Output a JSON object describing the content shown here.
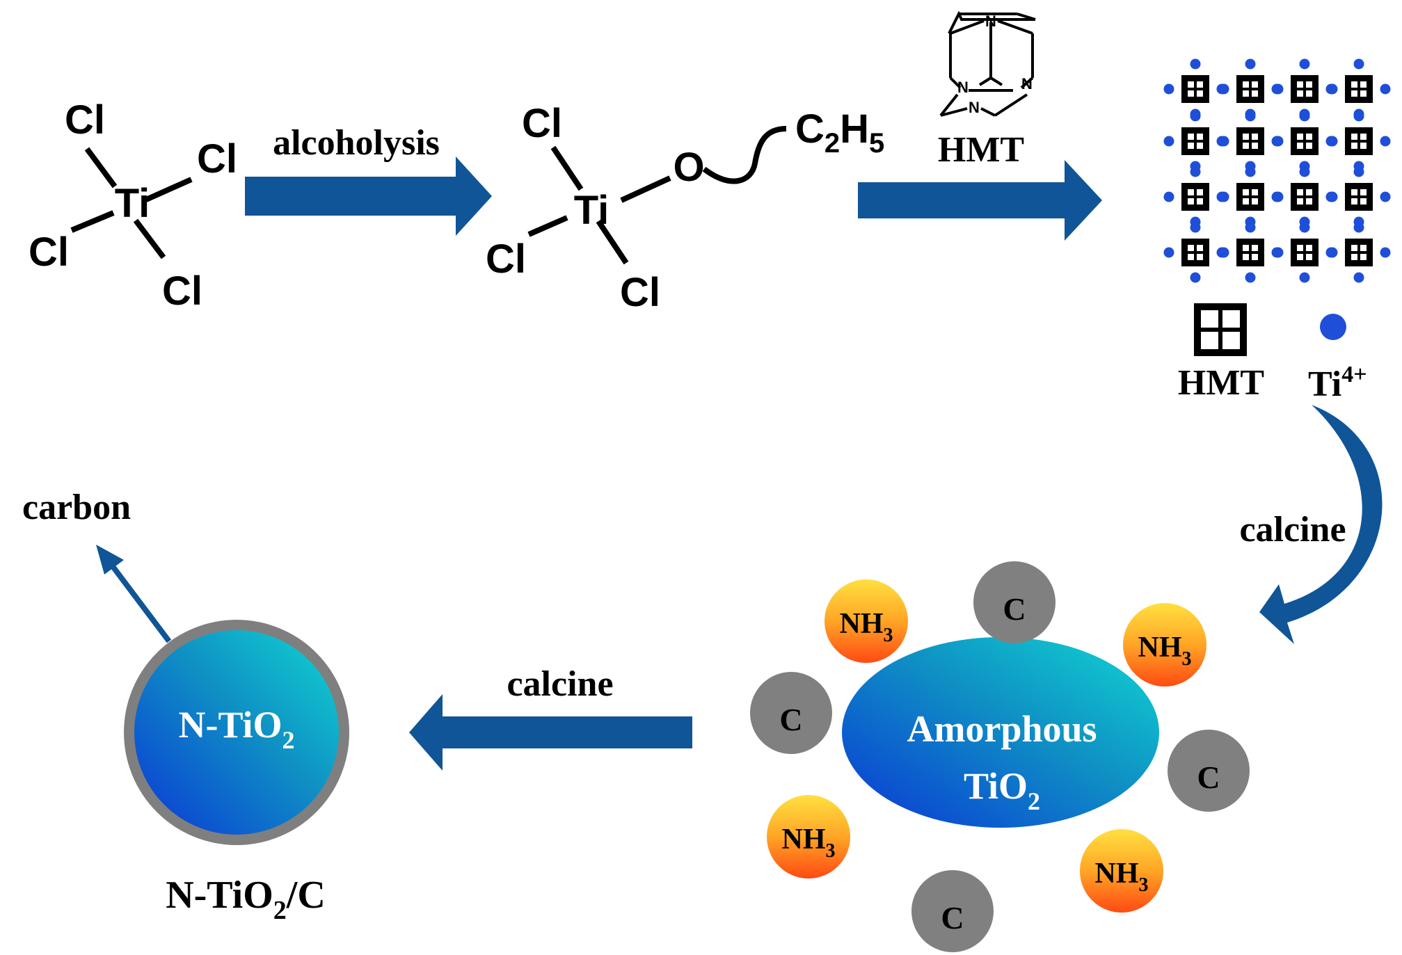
{
  "ticl4": {
    "ti": "Ti",
    "cl_top": "Cl",
    "cl_right": "Cl",
    "cl_left": "Cl",
    "cl_bottom": "Cl"
  },
  "step1": {
    "label": "alcoholysis"
  },
  "ticl3oet": {
    "ti": "Ti",
    "cl_top": "Cl",
    "cl_left": "Cl",
    "cl_bottom": "Cl",
    "o": "O",
    "c": "C",
    "c_sub": "2",
    "h": "H",
    "h_sub": "5"
  },
  "step2": {
    "reagent_atom": "N",
    "reagent_label": "HMT"
  },
  "complex": {
    "legend_hmt": "HMT",
    "legend_ti": "Ti",
    "legend_ti_sup": "4+",
    "ti_color": "#1f4fd8"
  },
  "step3": {
    "label": "calcine"
  },
  "amorphous": {
    "line1": "Amorphous",
    "line2": "TiO",
    "line2_sub": "2",
    "carbon": "C",
    "nh3": "NH",
    "nh3_sub": "3"
  },
  "step4": {
    "label": "calcine"
  },
  "product": {
    "core": "N-TiO",
    "core_sub": "2",
    "shell_label": "carbon",
    "name_main": "N-TiO",
    "name_sub": "2",
    "name_tail": "/C"
  },
  "colors": {
    "arrow": "#0f5597",
    "carbon_shell": "#7f7f7f",
    "ball_grey": "#808080"
  }
}
